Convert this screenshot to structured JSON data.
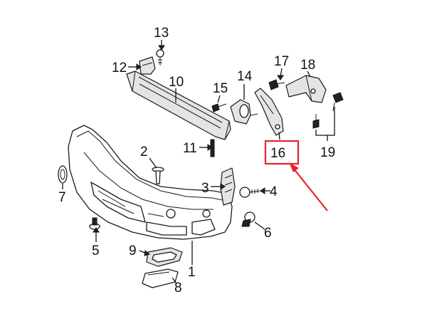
{
  "diagram": {
    "callouts": [
      {
        "id": "c1",
        "text": "1"
      },
      {
        "id": "c2",
        "text": "2"
      },
      {
        "id": "c3",
        "text": "3"
      },
      {
        "id": "c4",
        "text": "4"
      },
      {
        "id": "c5",
        "text": "5"
      },
      {
        "id": "c6",
        "text": "6"
      },
      {
        "id": "c7",
        "text": "7"
      },
      {
        "id": "c8",
        "text": "8"
      },
      {
        "id": "c9",
        "text": "9"
      },
      {
        "id": "c10",
        "text": "10"
      },
      {
        "id": "c11",
        "text": "11"
      },
      {
        "id": "c12",
        "text": "12"
      },
      {
        "id": "c13",
        "text": "13"
      },
      {
        "id": "c14",
        "text": "14"
      },
      {
        "id": "c15",
        "text": "15"
      },
      {
        "id": "c16",
        "text": "16"
      },
      {
        "id": "c17",
        "text": "17"
      },
      {
        "id": "c18",
        "text": "18"
      },
      {
        "id": "c19",
        "text": "19"
      }
    ],
    "highlight_color": "#e8222a",
    "line_color": "#1a1a1a"
  }
}
